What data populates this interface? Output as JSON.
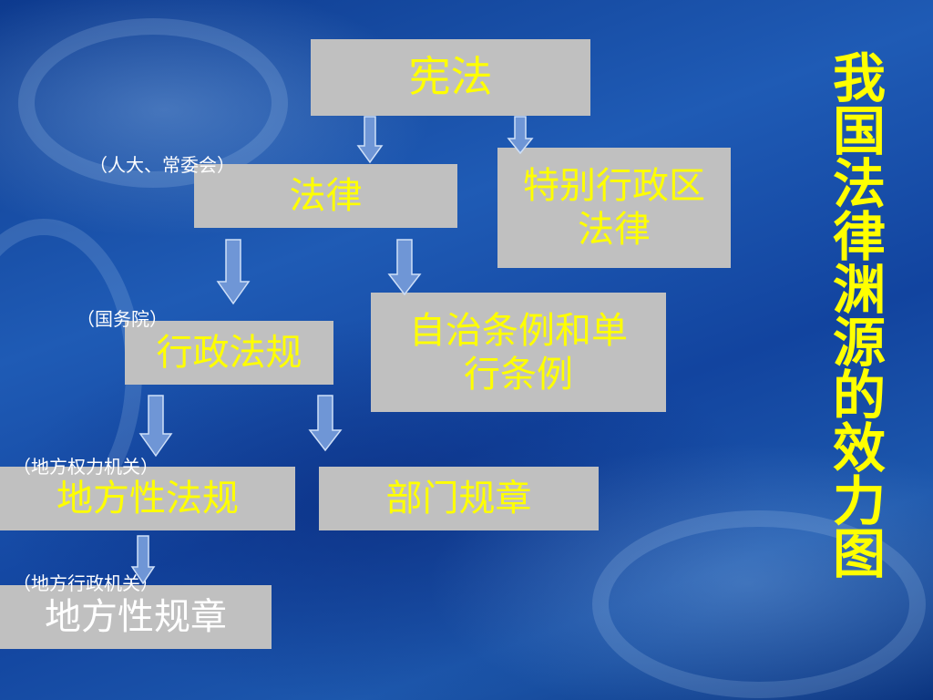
{
  "title": "我国法律渊源的效力图",
  "boxes": {
    "constitution": "宪法",
    "law": "法律",
    "sar_law": "特别行政区法律",
    "admin_regulation": "行政法规",
    "autonomous": "自治条例和单行条例",
    "local_regulation": "地方性法规",
    "dept_rule": "部门规章",
    "local_rule": "地方性规章"
  },
  "notes": {
    "npc": "（人大、常委会）",
    "state_council": "（国务院）",
    "local_power": "（地方权力机关）",
    "local_admin": "（地方行政机关）"
  },
  "colors": {
    "box_fill": "#c0c0c0",
    "box_text": "#ffff00",
    "arrow_fill": "#6f96d6",
    "background": "#1a52a8"
  }
}
